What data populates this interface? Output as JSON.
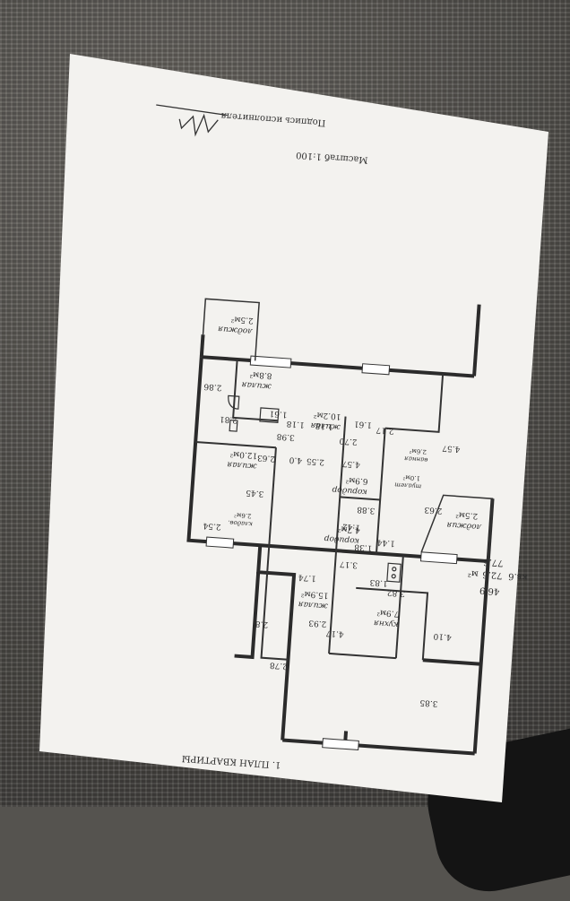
{
  "header": {
    "signature_label": "Подпись исполнителя",
    "scale_label": "Масштаб 1:100"
  },
  "footer": {
    "plan_title": "1. ПЛАН КВАРТИРЫ"
  },
  "summary": {
    "apartment": "кв.6",
    "living_area": "46.9",
    "area_primary": "72.6",
    "unit": "м²",
    "area_total": "77.6"
  },
  "rooms": [
    {
      "type": "лоджия",
      "area": "2.5м²"
    },
    {
      "type": "жилая",
      "area": "8.8м²"
    },
    {
      "type": "жилая",
      "area": "10.2м²"
    },
    {
      "type": "жилая",
      "area": "12.0м²"
    },
    {
      "type": "ванная",
      "area": "2.6м²"
    },
    {
      "type": "туалет",
      "area": "1.0м²"
    },
    {
      "type": "коридор",
      "area": "6.9м²"
    },
    {
      "type": "кладов.",
      "area": "2.6м²"
    },
    {
      "type": "коридор",
      "area": "4.7м²"
    },
    {
      "type": "кухня",
      "area": "7.9м²"
    },
    {
      "type": "жилая",
      "area": "15.9м²"
    },
    {
      "type": "лоджия",
      "area": "2.5м²"
    }
  ],
  "dimensions": [
    "2.81",
    "2.54",
    "2.86",
    "3.45",
    "2.63",
    "3.98",
    "4.0",
    "1.61",
    "1.18",
    "1.18",
    "2.55",
    "4.57",
    "4.57",
    "2.70",
    "2.17",
    "1.61",
    "3.88",
    "2.63",
    "1.42",
    "1.44",
    "1.38",
    "1.83",
    "3.17",
    "3.82",
    "1.74",
    "2.93",
    "2.8",
    "4.17",
    "4.10",
    "2.78",
    "3.85"
  ]
}
